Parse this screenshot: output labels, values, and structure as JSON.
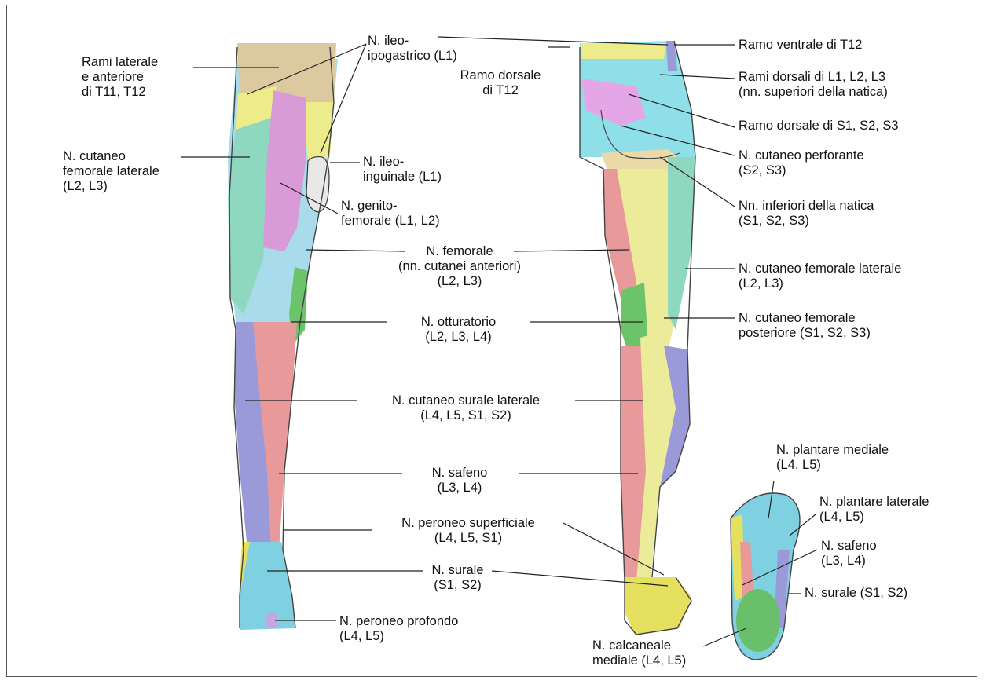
{
  "figure": {
    "labels": {
      "rami_laterale": "Rami laterale\ne anteriore\ndi T11, T12",
      "n_ileo_ipogastrico": "N. ileo-\nipogastrico (L1)",
      "ramo_dorsale_t12": "Ramo dorsale\ndi T12",
      "ramo_ventrale_t12": "Ramo ventrale di T12",
      "rami_dorsali": "Rami dorsali di L1, L2, L3\n(nn. superiori della natica)",
      "ramo_dorsale_s": "Ramo dorsale di S1, S2, S3",
      "n_cutaneo_perforante": "N. cutaneo perforante\n(S2, S3)",
      "n_cutaneo_fem_lat_left": "N. cutaneo\nfemorale laterale\n(L2, L3)",
      "n_ileo_inguinale": "N. ileo-\ninguinale (L1)",
      "n_genito_femorale": "N. genito-\nfemorale (L1, L2)",
      "nn_inferiori_natica": "Nn. inferiori della natica\n(S1, S2, S3)",
      "n_femorale": "N. femorale\n(nn. cutanei anteriori)\n(L2, L3)",
      "n_cutaneo_fem_lat_right": "N. cutaneo femorale laterale\n(L2, L3)",
      "n_otturatorio": "N. otturatorio\n(L2, L3, L4)",
      "n_cutaneo_fem_post": "N. cutaneo femorale\nposteriore (S1, S2, S3)",
      "n_cutaneo_surale_lat": "N. cutaneo surale laterale\n(L4, L5, S1, S2)",
      "n_plantare_mediale": "N. plantare mediale\n(L4, L5)",
      "n_safeno_mid": "N. safeno\n(L3, L4)",
      "n_plantare_laterale": "N. plantare laterale\n(L4, L5)",
      "n_safeno_foot": "N. safeno\n(L3, L4)",
      "n_peroneo_sup": "N. peroneo superficiale\n(L4, L5, S1)",
      "n_surale_mid": "N. surale\n(S1, S2)",
      "n_surale_foot": "N. surale (S1, S2)",
      "n_peroneo_prof": "N. peroneo profondo\n(L4, L5)",
      "n_calcaneale": "N. calcaneale\nmediale (L4, L5)"
    },
    "colors": {
      "t12_lateral": "#ddc9a0",
      "ileo_ipogastrico": "#ecec8a",
      "cutaneo_femorale_laterale": "#8fd8c0",
      "genito_femorale": "#d99ad8",
      "femorale": "#a8dcea",
      "otturatorio": "#6cc46a",
      "peroneo_superficiale": "#9a9ad8",
      "safeno": "#e89a9a",
      "surale": "#e6e060",
      "peroneo_profondo": "#c6a6e2",
      "foot_sole": "#7fd0e0",
      "calcaneale": "#6ac06a",
      "ramo_dorsale_s": "#e4a6e6",
      "nn_superiori_natica": "#8fdfe9",
      "nn_inferiori_natica": "#ebd9a8",
      "femorale_posteriore": "#ebeb9a",
      "cutaneo_surale": "#9a9ad8",
      "line": "#222222"
    }
  }
}
